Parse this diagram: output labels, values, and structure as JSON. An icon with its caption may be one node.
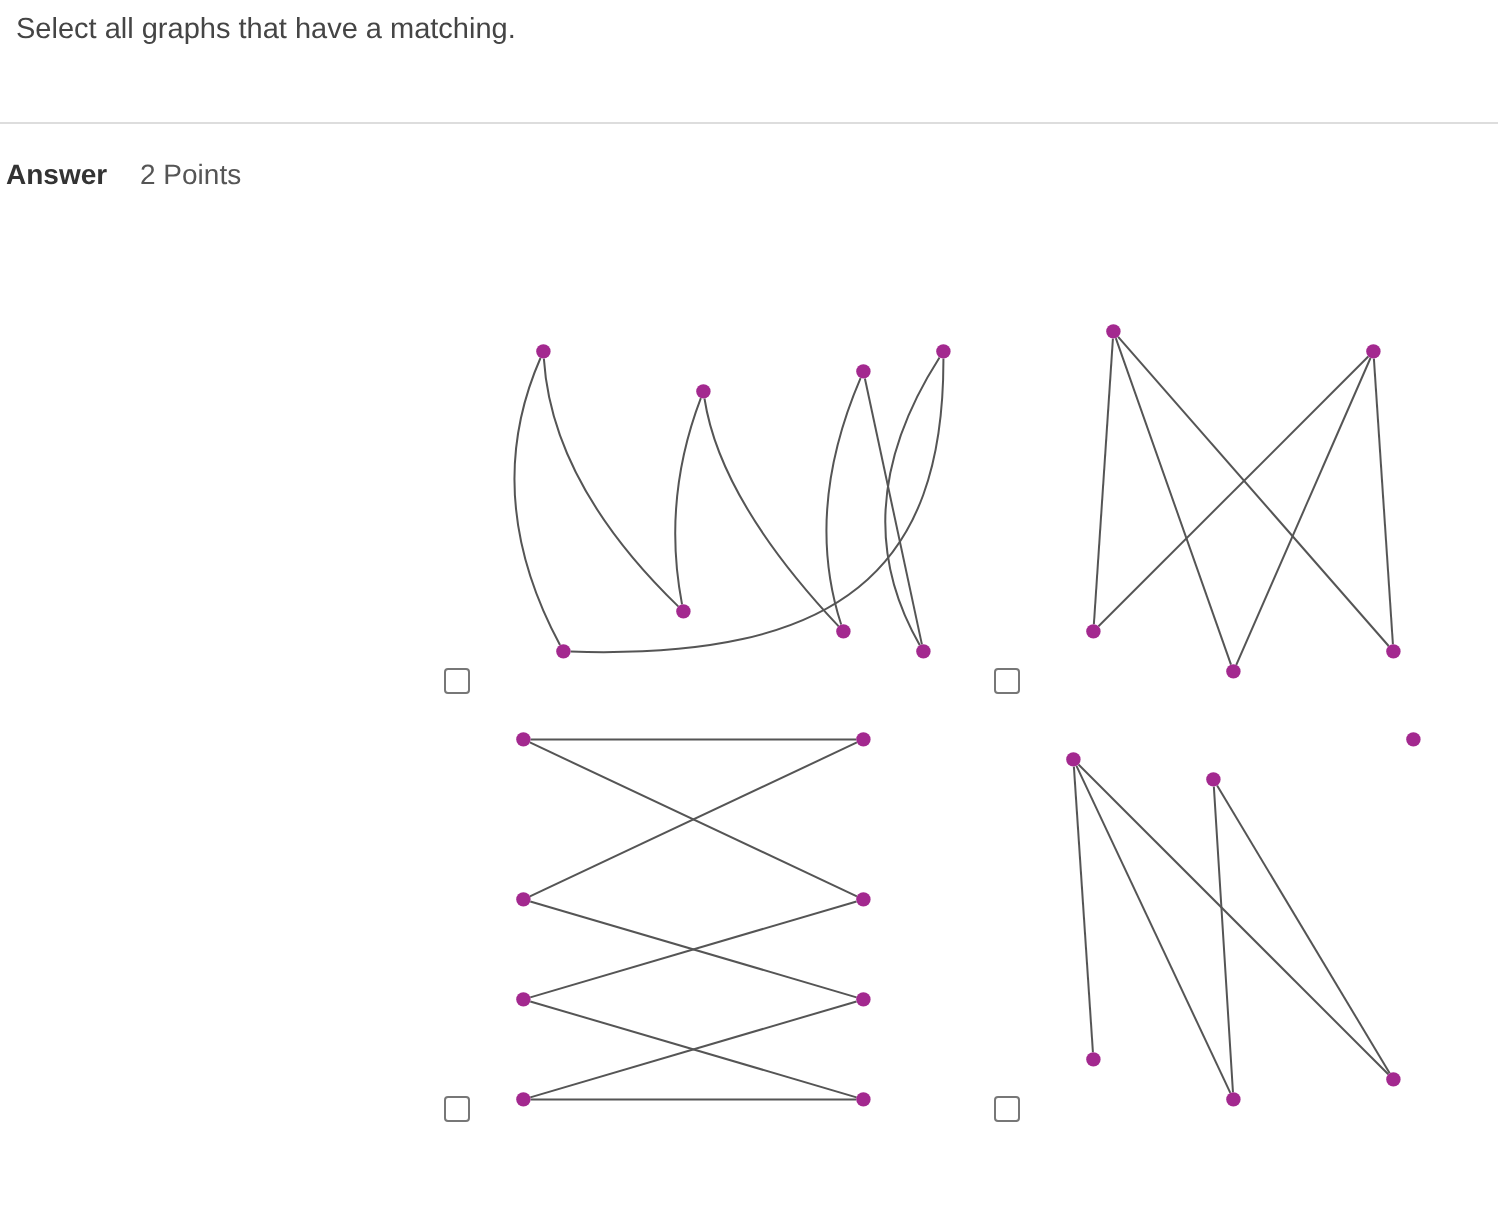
{
  "diagram": {
    "title": "Select all graphs that have a matching.",
    "nodes": [
      {
        "text": [],
        "shape": "circle"
      },
      {
        "text": [],
        "shape": "circle"
      },
      {
        "text": [],
        "shape": "circle"
      },
      {
        "text": [],
        "shape": "circle"
      },
      {
        "text": [],
        "shape": "circle"
      },
      {
        "text": [],
        "shape": "circle"
      },
      {
        "text": [],
        "shape": "circle"
      },
      {
        "text": [],
        "shape": "circle"
      },
      {
        "text": [],
        "shape": "circle"
      },
      {
        "text": [],
        "shape": "circle"
      },
      {
        "text": [],
        "shape": "circle"
      },
      {
        "text": [],
        "shape": "circle"
      },
      {
        "text": [],
        "shape": "circle"
      },
      {
        "text": [],
        "shape": "circle"
      },
      {
        "text": [],
        "shape": "circle"
      },
      {
        "text": [],
        "shape": "circle"
      },
      {
        "text": [],
        "shape": "circle"
      },
      {
        "text": [],
        "shape": "circle"
      },
      {
        "text": [],
        "shape": "circle"
      },
      {
        "text": [],
        "shape": "circle"
      },
      {
        "text": [],
        "shape": "circle"
      },
      {
        "text": [],
        "shape": "circle"
      },
      {
        "text": [],
        "shape": "circle"
      },
      {
        "text": [],
        "shape": "circle"
      },
      {
        "text": [],
        "shape": "circle"
      },
      {
        "text": [],
        "shape": "circle"
      },
      {
        "text": [],
        "shape": "circle"
      }
    ],
    "edges": [
      {
        "from": 0,
        "to": 4,
        "arrow": "none"
      },
      {
        "from": 0,
        "to": 5,
        "arrow": "none"
      },
      {
        "from": 1,
        "to": 5,
        "arrow": "none"
      },
      {
        "from": 1,
        "to": 6,
        "arrow": "none"
      },
      {
        "from": 2,
        "to": 6,
        "arrow": "none"
      },
      {
        "from": 2,
        "to": 7,
        "arrow": "none"
      },
      {
        "from": 3,
        "to": 4,
        "arrow": "none"
      },
      {
        "from": 3,
        "to": 7,
        "arrow": "none"
      },
      {
        "from": 8,
        "to": 10,
        "arrow": "none"
      },
      {
        "from": 8,
        "to": 11,
        "arrow": "none"
      },
      {
        "from": 8,
        "to": 12,
        "arrow": "none"
      },
      {
        "from": 9,
        "to": 10,
        "arrow": "none"
      },
      {
        "from": 9,
        "to": 11,
        "arrow": "none"
      },
      {
        "from": 9,
        "to": 12,
        "arrow": "none"
      },
      {
        "from": 13,
        "to": 14,
        "arrow": "none"
      },
      {
        "from": 13,
        "to": 16,
        "arrow": "none"
      },
      {
        "from": 15,
        "to": 14,
        "arrow": "none"
      },
      {
        "from": 15,
        "to": 18,
        "arrow": "none"
      },
      {
        "from": 17,
        "to": 16,
        "arrow": "none"
      },
      {
        "from": 17,
        "to": 20,
        "arrow": "none"
      },
      {
        "from": 19,
        "to": 18,
        "arrow": "none"
      },
      {
        "from": 19,
        "to": 20,
        "arrow": "none"
      },
      {
        "from": 21,
        "to": 24,
        "arrow": "none"
      },
      {
        "from": 21,
        "to": 25,
        "arrow": "none"
      },
      {
        "from": 21,
        "to": 26,
        "arrow": "none"
      },
      {
        "from": 22,
        "to": 25,
        "arrow": "none"
      },
      {
        "from": 22,
        "to": 26,
        "arrow": "none"
      }
    ],
    "labels": [
      "Answer",
      "2 Points"
    ]
  }
}
